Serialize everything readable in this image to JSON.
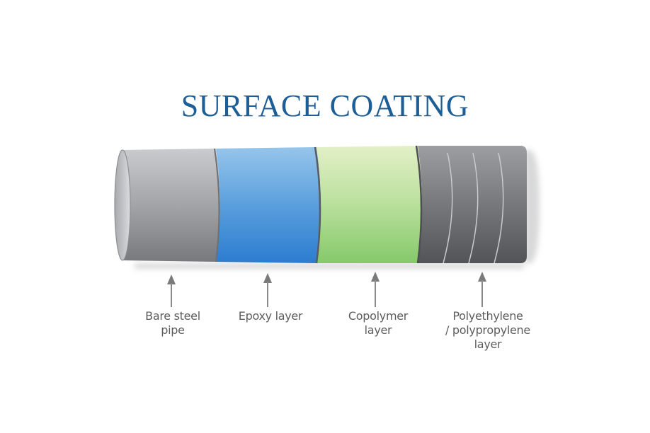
{
  "diagram": {
    "title": "SURFACE COATING",
    "title_color": "#1d5e97",
    "layers": [
      {
        "id": "bare-steel",
        "label_lines": [
          "Bare steel",
          "pipe"
        ],
        "color_top": "#c8cacd",
        "color_bottom": "#77797c"
      },
      {
        "id": "epoxy",
        "label_lines": [
          "Epoxy layer"
        ],
        "color_top": "#93c3ea",
        "color_bottom": "#2c7cd0"
      },
      {
        "id": "copolymer",
        "label_lines": [
          "Copolymer",
          "layer"
        ],
        "color_top": "#e2f0c4",
        "color_bottom": "#86c96a"
      },
      {
        "id": "polyethylene",
        "label_lines": [
          "Polyethylene",
          "/ polypropylene",
          "layer"
        ],
        "color_top": "#999b9f",
        "color_bottom": "#545559"
      }
    ],
    "label_color": "#5c5c5c",
    "arrow_color": "#7a7a7a"
  }
}
